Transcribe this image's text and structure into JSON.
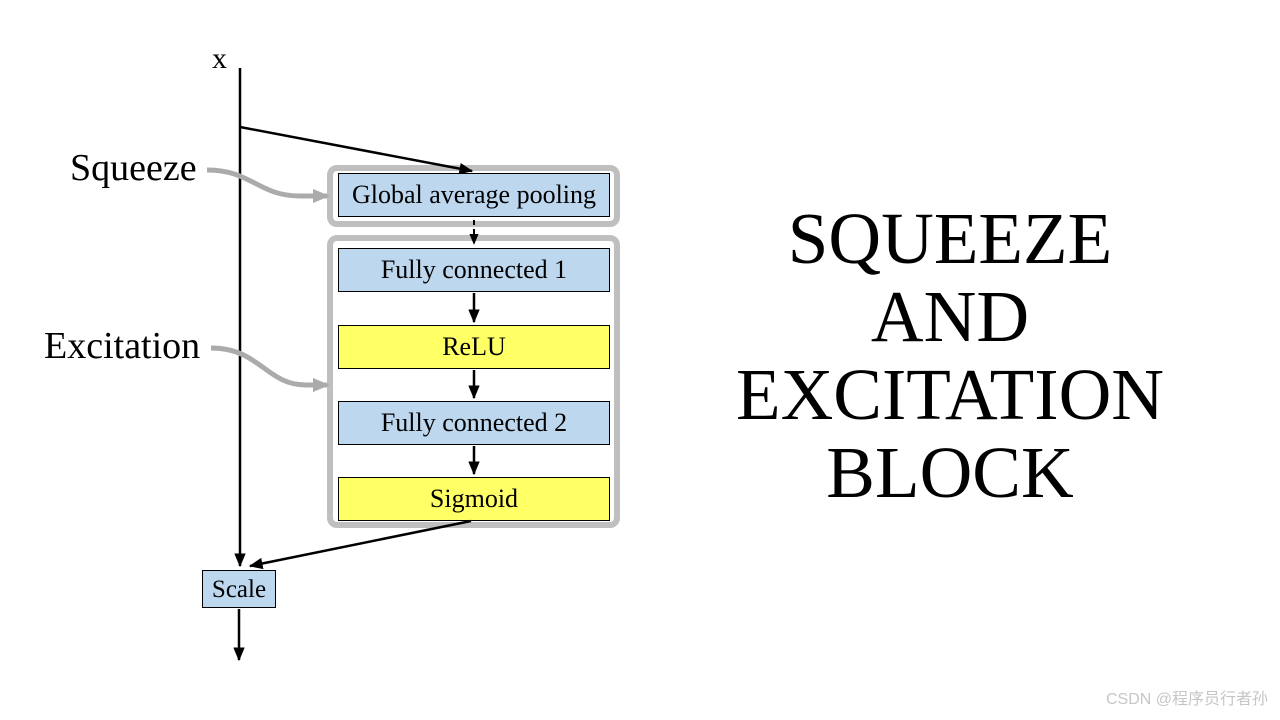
{
  "diagram": {
    "input_label": "x",
    "squeeze_label": "Squeeze",
    "excitation_label": "Excitation",
    "boxes": {
      "gap": "Global average pooling",
      "fc1": "Fully connected 1",
      "relu": "ReLU",
      "fc2": "Fully connected 2",
      "sigmoid": "Sigmoid",
      "scale": "Scale"
    },
    "colors": {
      "box_blue": "#BDD7EE",
      "box_yellow": "#FFFF66",
      "container_gray": "#BFBFBF",
      "pointer_arrow_gray": "#ABABAB",
      "line_black": "#000000"
    }
  },
  "title": {
    "lines": [
      "SQUEEZE",
      "AND",
      "EXCITATION",
      "BLOCK"
    ]
  },
  "watermark": "CSDN @程序员行者孙"
}
